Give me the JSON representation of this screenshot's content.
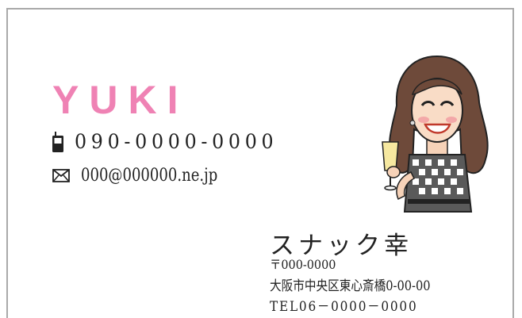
{
  "card": {
    "name": "YUKI",
    "phone": "090-0000-0000",
    "email": "000@000000.ne.jp",
    "shop_name": "スナック幸",
    "postal": "〒000-0000",
    "address": "大阪市中央区東心斎橋0-00-00",
    "tel": "TEL06－0000－0000",
    "icons": [
      "mobile-phone-icon",
      "envelope-icon"
    ],
    "colors": {
      "name": "#ef82b4",
      "text": "#222222",
      "border": "#a9a9a9"
    }
  }
}
